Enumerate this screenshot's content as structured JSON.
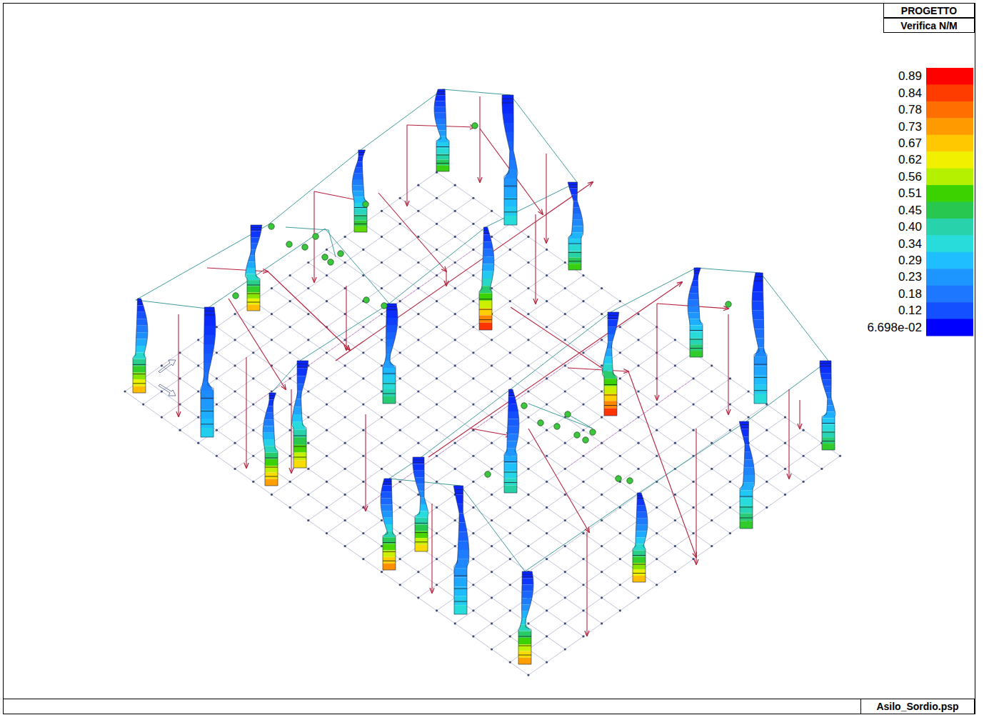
{
  "diagram": {
    "nodes": [
      {
        "text": [
          "PROGETTO"
        ]
      },
      {
        "text": [
          "Verifica N/M"
        ]
      },
      {
        "text": [
          "Asilo_Sordio.psp"
        ]
      }
    ],
    "legend": [
      {
        "text": "0.89",
        "color": "#ff0000"
      },
      {
        "text": "0.84",
        "color": "#ff3c00"
      },
      {
        "text": "0.78",
        "color": "#ff6e00"
      },
      {
        "text": "0.73",
        "color": "#ff9a00"
      },
      {
        "text": "0.67",
        "color": "#ffc800"
      },
      {
        "text": "0.62",
        "color": "#f0f000"
      },
      {
        "text": "0.56",
        "color": "#b4f000"
      },
      {
        "text": "0.51",
        "color": "#3cd200"
      },
      {
        "text": "0.45",
        "color": "#28c850"
      },
      {
        "text": "0.40",
        "color": "#28d2aa"
      },
      {
        "text": "0.34",
        "color": "#28dcdc"
      },
      {
        "text": "0.29",
        "color": "#1ebeff"
      },
      {
        "text": "0.23",
        "color": "#1e96ff"
      },
      {
        "text": "0.18",
        "color": "#1e78ff"
      },
      {
        "text": "0.12",
        "color": "#1450ff"
      },
      {
        "text": "6.698e-02",
        "color": "#0000ff"
      }
    ]
  }
}
